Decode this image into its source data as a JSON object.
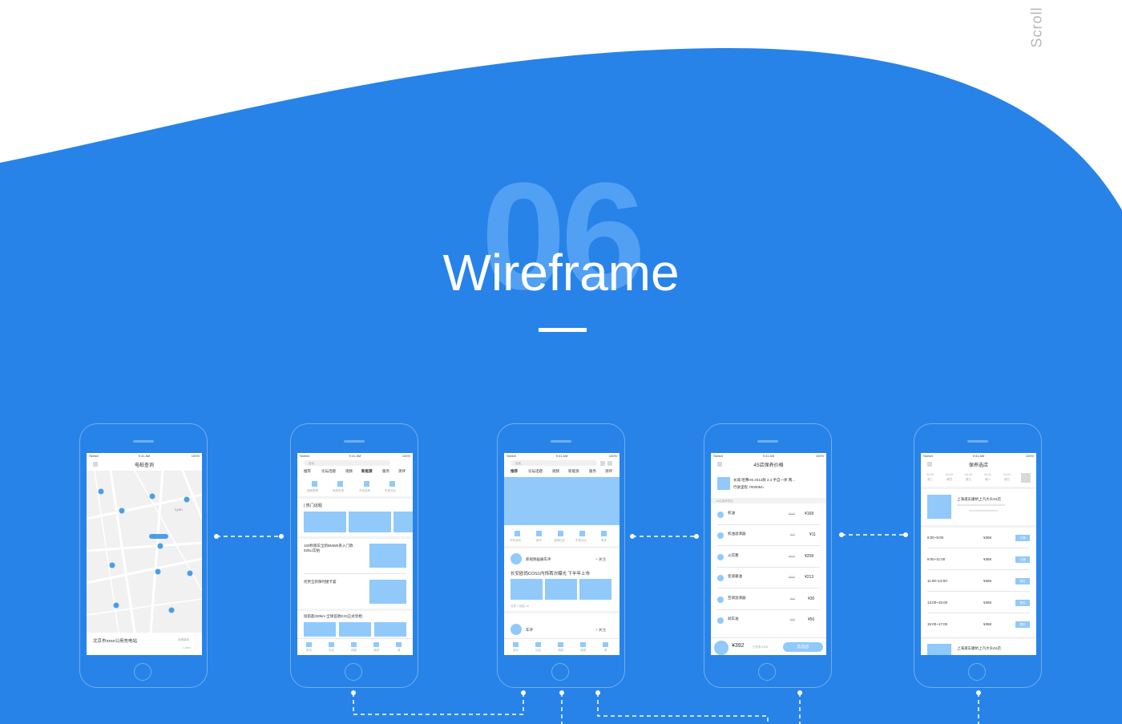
{
  "colors": {
    "brand_blue": "#2783e8",
    "accent_light": "#91c9fb",
    "white": "#ffffff"
  },
  "scroll_label": "Scroll",
  "section_number": "06",
  "section_title": "Wireframe",
  "phones": {
    "p1": {
      "status_left": "Sketch",
      "status_time": "9:41 AM",
      "status_right": "100%",
      "title": "电桩查询",
      "map_labels": [
        "Lynn"
      ],
      "station_name": "北京市xxxx公用充电站",
      "station_meta": "查看路线",
      "station_distance": "1.4km"
    },
    "p2": {
      "status_left": "Sketch",
      "status_time": "9:41 AM",
      "status_right": "100%",
      "search_placeholder": "搜索",
      "tabs": [
        "推荐",
        "论坛话题",
        "视频",
        "新能源",
        "服务",
        "测评"
      ],
      "shortcuts": [
        "国家政策",
        "电桩查询",
        "充电选择",
        "车型对比"
      ],
      "section_title": "| 热门话题",
      "article1": "100秒跑车全新BMW5系入门款525Li实拍",
      "article2": "优势全新保时捷卡宴",
      "article3": "续航超330km 全球首款EX3正式亮相",
      "bottom_nav": [
        "首页",
        "论坛",
        "视频",
        "商城",
        "我"
      ]
    },
    "p3": {
      "status_left": "Sketch",
      "status_time": "9:41 AM",
      "status_right": "100%",
      "search_placeholder": "搜索",
      "tabs": [
        "推荐",
        "论坛话题",
        "视频",
        "新能源",
        "服务",
        "测评"
      ],
      "shortcuts": [
        "汽车百科",
        "新车",
        "品牌社区",
        "车型对比",
        "更多"
      ],
      "author": "新视频画展车评",
      "follow": "+ 关注",
      "headline": "长安欧尚COS1内饰首次曝光 下半年上市",
      "stats": "点赞 3    回复 16",
      "author2": "车评",
      "follow2": "+ 关注",
      "bottom_nav": [
        "首页",
        "论坛",
        "视频",
        "商城",
        "我"
      ]
    },
    "p4": {
      "status_left": "Sketch",
      "status_time": "9:41 AM",
      "status_right": "100%",
      "title": "4S店保养价格",
      "car_name": "长城 哈弗H6 2012款 2.4 手自一体 两...",
      "mileage": "行驶里程  70000km",
      "section": "4S店保养项目",
      "items": [
        {
          "name": "机油",
          "old": "¥240",
          "price": "¥168"
        },
        {
          "name": "机油滤清器",
          "old": "¥22",
          "price": "¥11"
        },
        {
          "name": "火花塞",
          "old": "¥320",
          "price": "¥208"
        },
        {
          "name": "变速箱油",
          "old": "¥330",
          "price": "¥213"
        },
        {
          "name": "空调滤清器",
          "old": "¥60",
          "price": "¥30"
        },
        {
          "name": "刹车油",
          "old": "¥75",
          "price": "¥50"
        }
      ],
      "total": "¥392",
      "saved": "已优惠 ¥126",
      "cta": "去选店"
    },
    "p5": {
      "status_left": "Sketch",
      "status_time": "9:41 AM",
      "status_right": "100%",
      "title": "保养选店",
      "dates": [
        {
          "d": "03-28",
          "w": "周三"
        },
        {
          "d": "03-29",
          "w": "周四"
        },
        {
          "d": "03-30",
          "w": "周五"
        },
        {
          "d": "03-31",
          "w": "周六"
        },
        {
          "d": "04-01",
          "w": "周日"
        }
      ],
      "shop_name": "上海浦东康桥上汽大众4S店",
      "slots": [
        {
          "time": "8:00~9:00",
          "price": "¥368",
          "btn": "已满"
        },
        {
          "time": "9:00~11:00",
          "price": "¥368",
          "btn": "已满"
        },
        {
          "time": "11:00~13:00",
          "price": "¥368",
          "btn": "预约"
        },
        {
          "time": "13:00~15:00",
          "price": "¥368",
          "btn": "预约"
        },
        {
          "time": "15:00~17:00",
          "price": "¥368",
          "btn": "预约"
        }
      ],
      "shop_name2": "上海浦东康桥上汽大众4S店"
    }
  }
}
